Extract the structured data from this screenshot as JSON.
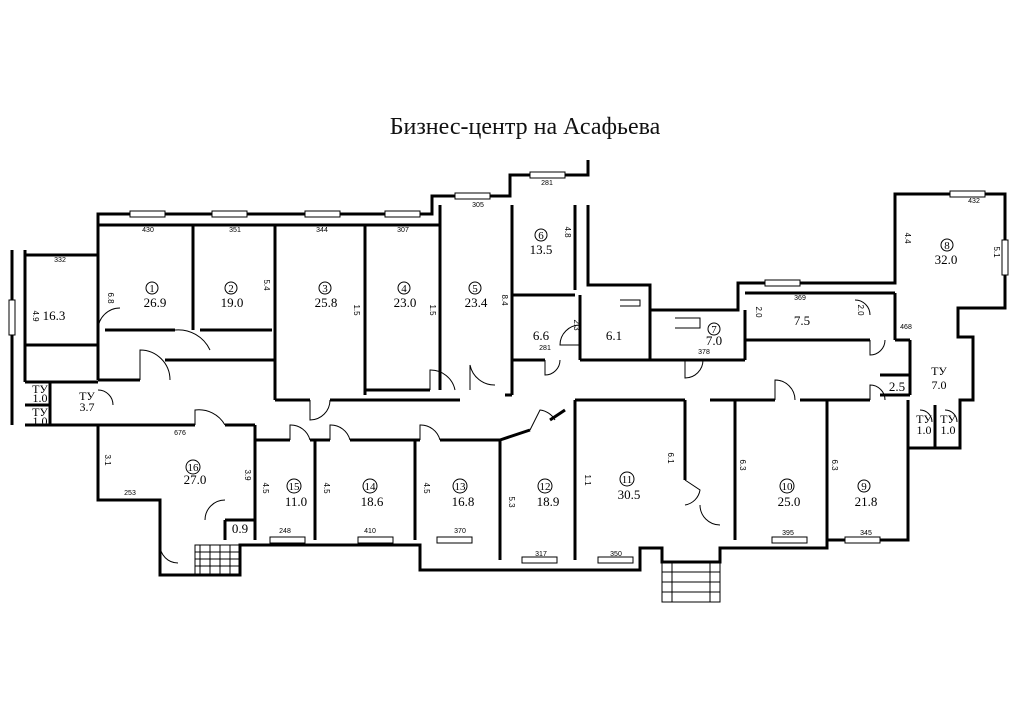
{
  "title": "Бизнес-центр на Асафьева",
  "rooms": [
    {
      "id": "r1",
      "number": "1",
      "area": "26.9"
    },
    {
      "id": "r2",
      "number": "2",
      "area": "19.0"
    },
    {
      "id": "r3",
      "number": "3",
      "area": "25.8"
    },
    {
      "id": "r4",
      "number": "4",
      "area": "23.0"
    },
    {
      "id": "r5",
      "number": "5",
      "area": "23.4"
    },
    {
      "id": "r6",
      "number": "6",
      "area": "13.5"
    },
    {
      "id": "r7",
      "number": "7",
      "area": "7.0"
    },
    {
      "id": "r8",
      "number": "8",
      "area": "32.0"
    },
    {
      "id": "r9",
      "number": "9",
      "area": "21.8"
    },
    {
      "id": "r10",
      "number": "10",
      "area": "25.0"
    },
    {
      "id": "r11",
      "number": "11",
      "area": "30.5"
    },
    {
      "id": "r12",
      "number": "12",
      "area": "18.9"
    },
    {
      "id": "r13",
      "number": "13",
      "area": "16.8"
    },
    {
      "id": "r14",
      "number": "14",
      "area": "18.6"
    },
    {
      "id": "r15",
      "number": "15",
      "area": "11.0"
    },
    {
      "id": "r16",
      "number": "16",
      "area": "27.0"
    }
  ],
  "unnumbered_areas": [
    "16.3",
    "6.6",
    "6.1",
    "7.5",
    "2.5",
    "0.9"
  ],
  "utility_rooms": [
    {
      "label": "ТУ",
      "area": "1.0"
    },
    {
      "label": "ТУ",
      "area": "3.7"
    },
    {
      "label": "ТУ",
      "area": "1.0"
    },
    {
      "label": "ТУ",
      "area": "7.0"
    },
    {
      "label": "ТУ",
      "area": "1.0"
    },
    {
      "label": "ТУ",
      "area": "1.0"
    }
  ],
  "dimensions": [
    "332",
    "430",
    "351",
    "344",
    "307",
    "305",
    "281",
    "432",
    "369",
    "468",
    "281",
    "378",
    "676",
    "253",
    "248",
    "410",
    "370",
    "317",
    "350",
    "395",
    "345"
  ],
  "side_dimensions": [
    "4.9",
    "6.8",
    "5.4",
    "1.5",
    "1.5",
    "8.4",
    "4.8",
    "2.3",
    "5.1",
    "4.4",
    "2.0",
    "2.0",
    "3.1",
    "3.9",
    "4.5",
    "4.5",
    "4.5",
    "5.3",
    "1.1",
    "6.1",
    "6.3",
    "6.3"
  ]
}
